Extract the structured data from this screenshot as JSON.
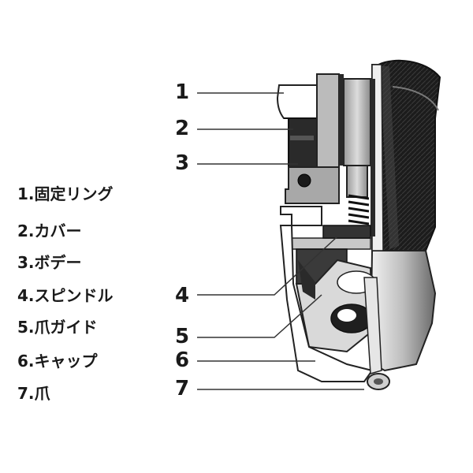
{
  "callouts": [
    {
      "number": "1",
      "name": "固定リング"
    },
    {
      "number": "2",
      "name": "カバー"
    },
    {
      "number": "3",
      "name": "ボデー"
    },
    {
      "number": "4",
      "name": "スピンドル"
    },
    {
      "number": "5",
      "name": "爪ガイド"
    },
    {
      "number": "6",
      "name": "キャップ"
    },
    {
      "number": "7",
      "name": "爪"
    }
  ],
  "legend": [
    "1.固定リング",
    "2.カバー",
    "3.ボデー",
    "4.スピンドル",
    "5.爪ガイド",
    "6.キャップ",
    "7.爪"
  ],
  "colors": {
    "ink": "#1a1a1a",
    "dark_shell": "#262626",
    "mid_gray": "#8a8a8a",
    "light_gray": "#c9c9c9",
    "white_part": "#ffffff"
  }
}
